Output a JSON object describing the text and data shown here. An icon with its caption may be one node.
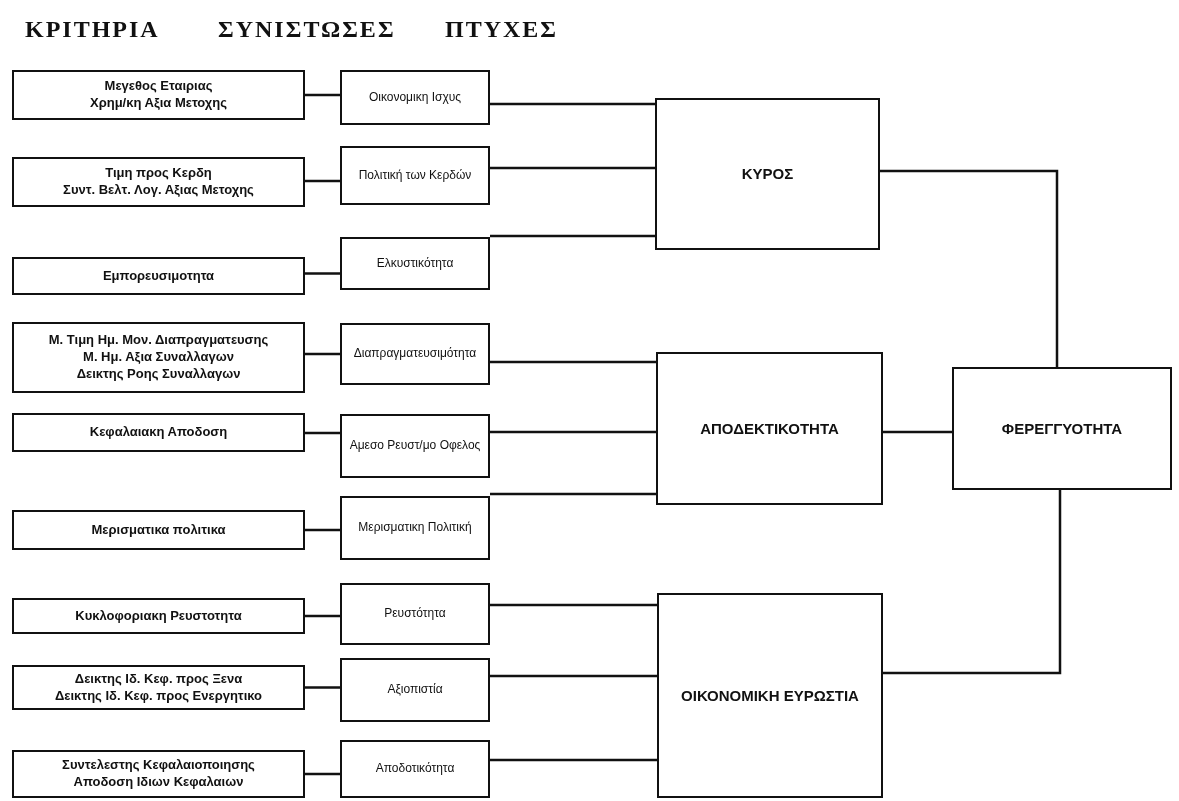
{
  "diagram": {
    "nodes": [
      {
        "text": [
          "Μεγεθος Εταιριας",
          "Χρημ/κη Αξια Μετοχης"
        ]
      },
      {
        "text": [
          "Τιμη προς Κερδη",
          "Συντ. Βελτ. Λογ. Αξιας Μετοχης"
        ]
      },
      {
        "text": [
          "Εμπορευσιμοτητα"
        ]
      },
      {
        "text": [
          "Μ. Τιμη Ημ. Μον. Διαπραγματευσης",
          "Μ. Ημ. Αξια Συναλλαγων",
          "Δεικτης Ροης Συναλλαγων"
        ]
      },
      {
        "text": [
          "Κεφαλαιακη Αποδοση"
        ]
      },
      {
        "text": [
          "Μερισματικα πολιτικα"
        ]
      },
      {
        "text": [
          "Κυκλοφοριακη Ρευστοτητα"
        ]
      },
      {
        "text": [
          "Δεικτης Ιδ. Κεφ. προς Ξενα",
          "Δεικτης Ιδ. Κεφ. προς Ενεργητικο"
        ]
      },
      {
        "text": [
          "Συντελεστης Κεφαλαιοποιησης",
          "Αποδοση Ιδιων Κεφαλαιων"
        ]
      },
      {
        "text": [
          "Οικονομικη Ισχυς"
        ]
      },
      {
        "text": [
          "Πολιτική των Κερδών"
        ]
      },
      {
        "text": [
          "Ελκυστικότητα"
        ]
      },
      {
        "text": [
          "Διαπραγματευσιμότητα"
        ]
      },
      {
        "text": [
          "Αμεσο Ρευστ/μο Οφελος"
        ]
      },
      {
        "text": [
          "Μερισματικη Πολιτική"
        ]
      },
      {
        "text": [
          "Ρευστότητα"
        ]
      },
      {
        "text": [
          "Αξιοπιστία"
        ]
      },
      {
        "text": [
          "Αποδοτικότητα"
        ]
      },
      {
        "text": [
          "ΚΥΡΟΣ"
        ]
      },
      {
        "text": [
          "ΑΠΟΔΕΚΤΙΚΟΤΗΤΑ"
        ]
      },
      {
        "text": [
          "ΟΙΚΟΝΟΜΙΚΗ ΕΥΡΩΣΤΙΑ"
        ]
      },
      {
        "text": [
          "ΦΕΡΕΓΓΥΟΤΗΤΑ"
        ]
      }
    ],
    "edges": [
      {
        "from": 0,
        "to": 9,
        "arrow": "none"
      },
      {
        "from": 1,
        "to": 10,
        "arrow": "none"
      },
      {
        "from": 2,
        "to": 11,
        "arrow": "none"
      },
      {
        "from": 3,
        "to": 12,
        "arrow": "none"
      },
      {
        "from": 4,
        "to": 13,
        "arrow": "none"
      },
      {
        "from": 5,
        "to": 14,
        "arrow": "none"
      },
      {
        "from": 6,
        "to": 15,
        "arrow": "none"
      },
      {
        "from": 7,
        "to": 16,
        "arrow": "none"
      },
      {
        "from": 8,
        "to": 17,
        "arrow": "none"
      },
      {
        "from": 9,
        "to": 18,
        "arrow": "none"
      },
      {
        "from": 10,
        "to": 18,
        "arrow": "none"
      },
      {
        "from": 11,
        "to": 18,
        "arrow": "none"
      },
      {
        "from": 12,
        "to": 19,
        "arrow": "none"
      },
      {
        "from": 13,
        "to": 19,
        "arrow": "none"
      },
      {
        "from": 14,
        "to": 19,
        "arrow": "none"
      },
      {
        "from": 15,
        "to": 20,
        "arrow": "none"
      },
      {
        "from": 16,
        "to": 20,
        "arrow": "none"
      },
      {
        "from": 17,
        "to": 20,
        "arrow": "none"
      },
      {
        "from": 18,
        "to": 21,
        "arrow": "none"
      },
      {
        "from": 19,
        "to": 21,
        "arrow": "none"
      },
      {
        "from": 20,
        "to": 21,
        "arrow": "none"
      }
    ],
    "labels": [
      "ΚΡΙΤΗΡΙΑ",
      "ΣΥΝΙΣΤΩΣΕΣ",
      "ΠΤΥΧΕΣ"
    ]
  }
}
